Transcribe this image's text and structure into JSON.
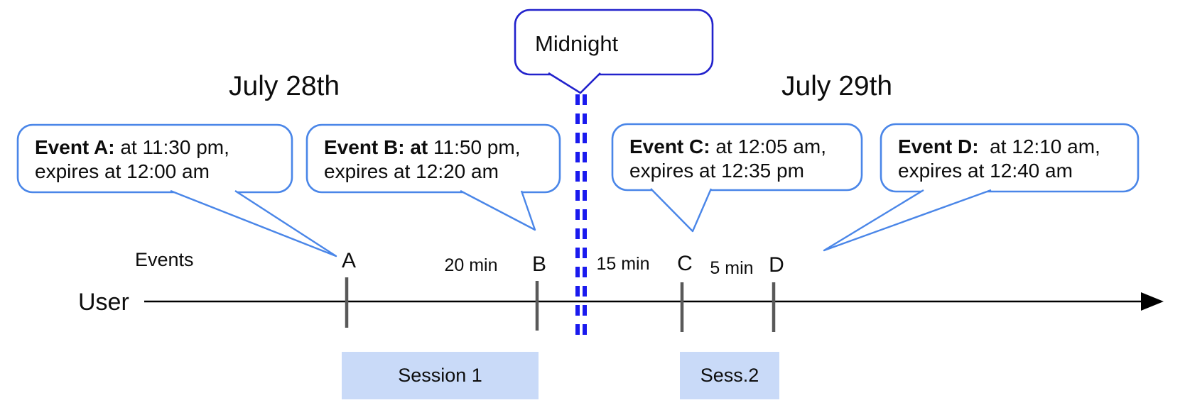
{
  "titles": {
    "left": "July 28th",
    "right": "July 29th"
  },
  "midnight": {
    "label": "Midnight"
  },
  "events": [
    {
      "name": "A",
      "bold": "Event A:",
      "rest": " at 11:30 pm,",
      "line2": "expires at 12:00 am"
    },
    {
      "name": "B",
      "bold": "Event B: at",
      "rest": " 11:50 pm,",
      "line2": "expires at 12:20 am"
    },
    {
      "name": "C",
      "bold": "Event C:",
      "rest": " at 12:05 am,",
      "line2": "expires at 12:35 pm"
    },
    {
      "name": "D",
      "bold": "Event D:",
      "rest": "  at 12:10 am,",
      "line2": "expires at 12:40 am"
    }
  ],
  "ticks": [
    "A",
    "B",
    "C",
    "D"
  ],
  "gaps": [
    "20 min",
    "15 min",
    "5 min"
  ],
  "sessions": [
    "Session 1",
    "Sess.2"
  ],
  "axis": {
    "events_label": "Events",
    "user_label": "User"
  },
  "colors": {
    "event_bubble_border": "#4a86e8",
    "midnight_bubble_border": "#2222cc",
    "midnight_dash": "#1a1aee",
    "session_fill": "#c9daf8",
    "tick_color": "#595959",
    "timeline_color": "#000000"
  }
}
